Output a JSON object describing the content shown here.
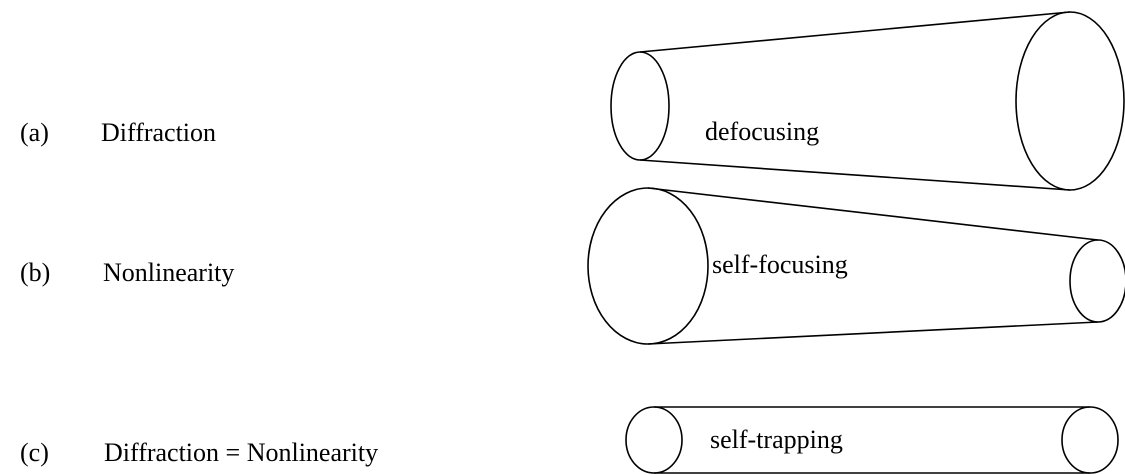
{
  "rows": [
    {
      "letter": "(a)",
      "name": "Diffraction",
      "beam_label": "defocusing"
    },
    {
      "letter": "(b)",
      "name": "Nonlinearity",
      "beam_label": "self-focusing"
    },
    {
      "letter": "(c)",
      "name": "Diffraction = Nonlinearity",
      "beam_label": "self-trapping"
    }
  ]
}
